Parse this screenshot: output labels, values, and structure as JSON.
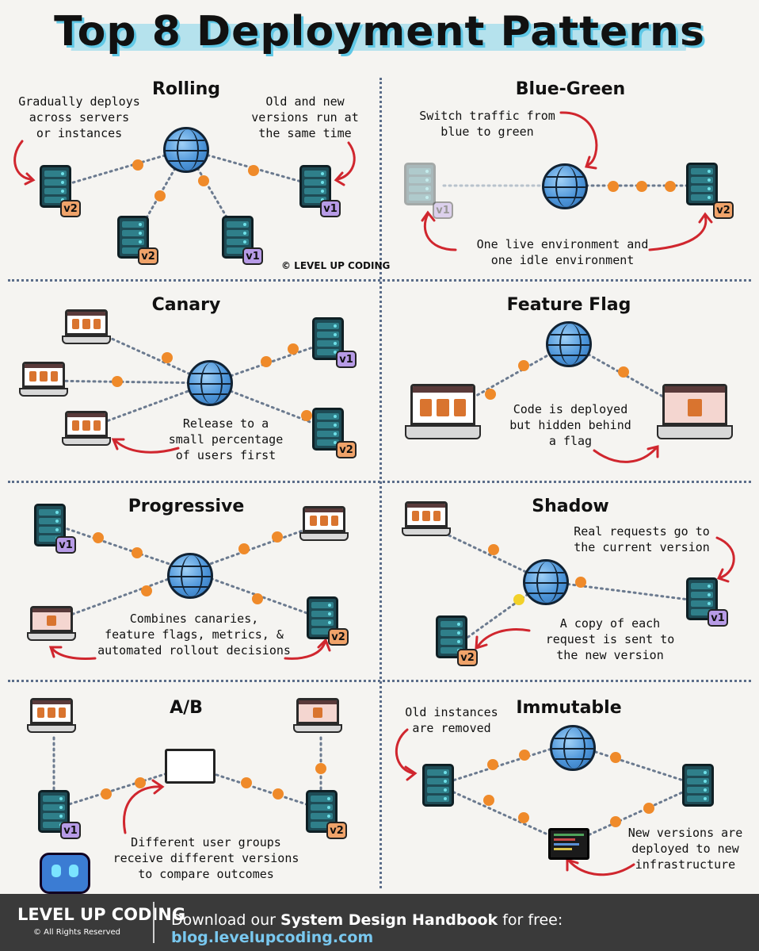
{
  "title": "Top 8 Deployment Patterns",
  "sections": {
    "rolling": {
      "title": "Rolling",
      "note_left": [
        "Gradually deploys",
        "across servers",
        "or instances"
      ],
      "note_right": [
        "Old and new",
        "versions run at",
        "the same time"
      ],
      "copyright": "© LEVEL UP CODING"
    },
    "blue_green": {
      "title": "Blue-Green",
      "note_top": [
        "Switch traffic from",
        "blue to green"
      ],
      "note_bottom": [
        "One live environment and",
        "one idle environment"
      ]
    },
    "canary": {
      "title": "Canary",
      "note": [
        "Release to a",
        "small percentage",
        "of users first"
      ]
    },
    "feature_flag": {
      "title": "Feature Flag",
      "note": [
        "Code is deployed",
        "but hidden behind",
        "a flag"
      ]
    },
    "progressive": {
      "title": "Progressive",
      "note": [
        "Combines canaries,",
        "feature flags, metrics, &",
        "automated rollout decisions"
      ]
    },
    "shadow": {
      "title": "Shadow",
      "note_top": [
        "Real requests go to",
        "the current version"
      ],
      "note_bottom": [
        "A copy of each",
        "request is sent to",
        "the new version"
      ]
    },
    "ab": {
      "title": "A/B",
      "note": [
        "Different user groups",
        "receive different versions",
        "to compare outcomes"
      ]
    },
    "immutable": {
      "title": "Immutable",
      "note_left": [
        "Old instances",
        "are removed"
      ],
      "note_right": [
        "New versions are",
        "deployed to new",
        "infrastructure"
      ]
    }
  },
  "version_labels": {
    "v1": "v1",
    "v2": "v2"
  },
  "footer": {
    "logo": "LEVEL UP CODING",
    "rights": "© All Rights Reserved",
    "text_before": "Download our ",
    "text_bold": "System Design Handbook",
    "text_after": " for free: ",
    "link": "blog.levelupcoding.com"
  },
  "colors": {
    "accent_orange": "#ef8a2a",
    "v1_purple": "#b79be6",
    "v2_orange": "#f0a36a",
    "footer_bg": "#3a3a3a",
    "link": "#79c8ef"
  }
}
